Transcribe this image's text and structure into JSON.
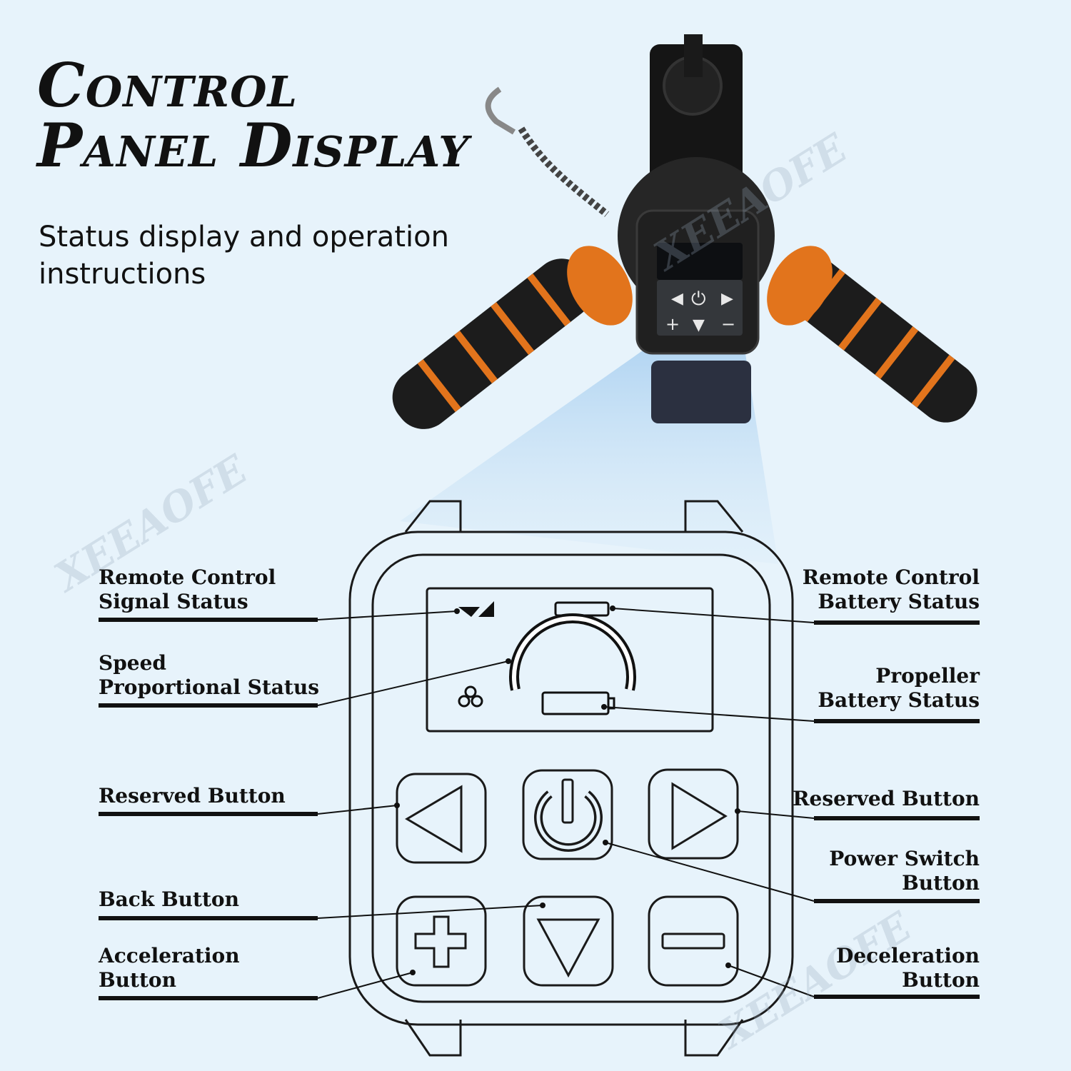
{
  "header": {
    "title_line1": "Control",
    "title_line2": "Panel Display",
    "subtitle": "Status display and operation instructions"
  },
  "watermark": "XEEAOFE",
  "labels": {
    "left": [
      {
        "key": "signal",
        "text": "Remote Control\nSignal Status"
      },
      {
        "key": "speed",
        "text": "Speed\nProportional Status"
      },
      {
        "key": "reserved_left",
        "text": "Reserved Button"
      },
      {
        "key": "back",
        "text": "Back Button"
      },
      {
        "key": "acceleration",
        "text": "Acceleration\nButton"
      }
    ],
    "right": [
      {
        "key": "remote_battery",
        "text": "Remote Control\nBattery Status"
      },
      {
        "key": "propeller_battery",
        "text": "Propeller\nBattery Status"
      },
      {
        "key": "reserved_right",
        "text": "Reserved Button"
      },
      {
        "key": "power",
        "text": "Power Switch\nButton"
      },
      {
        "key": "deceleration",
        "text": "Deceleration\nButton"
      }
    ]
  },
  "colors": {
    "background": "#e7f3fb",
    "ink": "#111111",
    "accent_orange": "#e2741c",
    "beam": "#b9d8f2"
  }
}
